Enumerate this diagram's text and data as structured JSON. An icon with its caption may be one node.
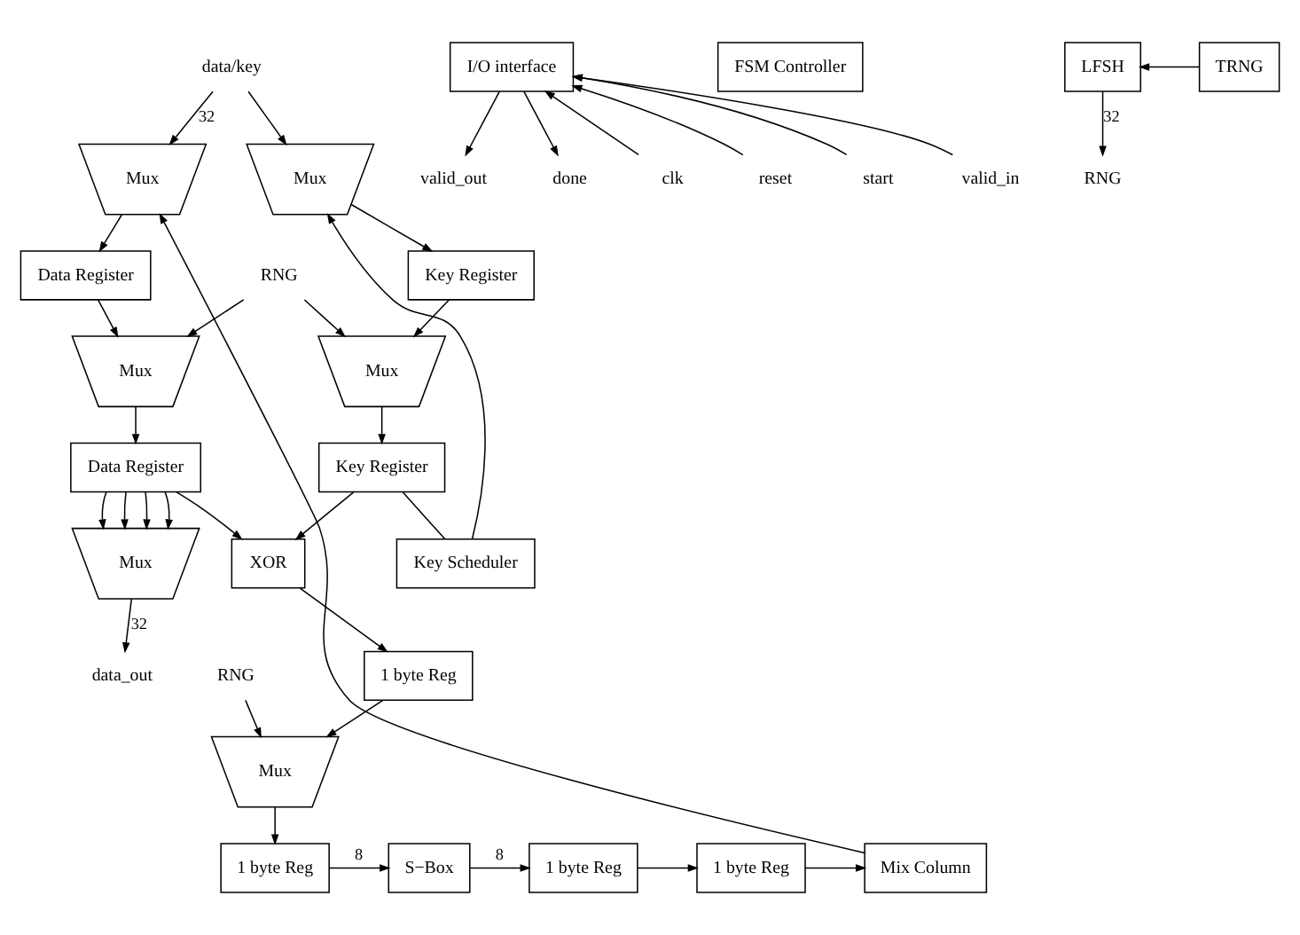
{
  "diagram": {
    "nodes": [
      {
        "text": [
          "data/key"
        ]
      },
      {
        "text": [
          "I/O interface"
        ]
      },
      {
        "text": [
          "clk"
        ]
      },
      {
        "text": [
          "reset"
        ]
      },
      {
        "text": [
          "start"
        ]
      },
      {
        "text": [
          "valid_in"
        ]
      },
      {
        "text": [
          "valid_out"
        ]
      },
      {
        "text": [
          "done"
        ]
      },
      {
        "text": [
          "Mux"
        ]
      },
      {
        "text": [
          "Mux"
        ]
      },
      {
        "text": [
          "Data Register"
        ]
      },
      {
        "text": [
          "Key Register"
        ]
      },
      {
        "text": [
          "RNG"
        ]
      },
      {
        "text": [
          "Mux"
        ]
      },
      {
        "text": [
          "Mux"
        ]
      },
      {
        "text": [
          "Data Register"
        ]
      },
      {
        "text": [
          "Key Register"
        ]
      },
      {
        "text": [
          "Key Scheduler"
        ]
      },
      {
        "text": [
          "Mux"
        ]
      },
      {
        "text": [
          "XOR"
        ]
      },
      {
        "text": [
          "FSM Controller"
        ]
      },
      {
        "text": [
          "data_out"
        ]
      },
      {
        "text": [
          "1 byte Reg"
        ]
      },
      {
        "text": [
          "RNG"
        ]
      },
      {
        "text": [
          "LFSH"
        ]
      },
      {
        "text": [
          "RNG"
        ]
      },
      {
        "text": [
          "Mux"
        ]
      },
      {
        "text": [
          "TRNG"
        ]
      },
      {
        "text": [
          "1 byte Reg"
        ]
      },
      {
        "text": [
          "S−Box"
        ]
      },
      {
        "text": [
          "1 byte Reg"
        ]
      },
      {
        "text": [
          "1 byte Reg"
        ]
      },
      {
        "text": [
          "Mix Column"
        ]
      }
    ],
    "edges": [
      {
        "from": 0,
        "to": 8,
        "arrow": "to",
        "label": "32"
      },
      {
        "from": 0,
        "to": 9,
        "arrow": "to"
      },
      {
        "from": 32,
        "to": 8,
        "arrow": "to"
      },
      {
        "from": 17,
        "to": 9,
        "arrow": "to"
      },
      {
        "from": 2,
        "to": 1,
        "arrow": "to"
      },
      {
        "from": 3,
        "to": 1,
        "arrow": "to"
      },
      {
        "from": 4,
        "to": 1,
        "arrow": "to"
      },
      {
        "from": 5,
        "to": 1,
        "arrow": "to"
      },
      {
        "from": 1,
        "to": 6,
        "arrow": "to"
      },
      {
        "from": 1,
        "to": 7,
        "arrow": "to"
      },
      {
        "from": 8,
        "to": 10,
        "arrow": "to"
      },
      {
        "from": 9,
        "to": 11,
        "arrow": "to"
      },
      {
        "from": 10,
        "to": 13,
        "arrow": "to"
      },
      {
        "from": 12,
        "to": 13,
        "arrow": "to"
      },
      {
        "from": 12,
        "to": 14,
        "arrow": "to"
      },
      {
        "from": 11,
        "to": 14,
        "arrow": "to"
      },
      {
        "from": 13,
        "to": 15,
        "arrow": "to"
      },
      {
        "from": 14,
        "to": 16,
        "arrow": "to"
      },
      {
        "from": 15,
        "to": 18,
        "arrow": "to"
      },
      {
        "from": 15,
        "to": 18,
        "arrow": "to"
      },
      {
        "from": 15,
        "to": 18,
        "arrow": "to"
      },
      {
        "from": 15,
        "to": 18,
        "arrow": "to"
      },
      {
        "from": 15,
        "to": 19,
        "arrow": "to"
      },
      {
        "from": 16,
        "to": 19,
        "arrow": "to"
      },
      {
        "from": 16,
        "to": 17,
        "arrow": "none"
      },
      {
        "from": 18,
        "to": 21,
        "arrow": "to",
        "label": "32"
      },
      {
        "from": 19,
        "to": 22,
        "arrow": "to"
      },
      {
        "from": 22,
        "to": 26,
        "arrow": "to"
      },
      {
        "from": 23,
        "to": 26,
        "arrow": "to"
      },
      {
        "from": 24,
        "to": 25,
        "arrow": "to",
        "label": "32"
      },
      {
        "from": 27,
        "to": 24,
        "arrow": "to"
      },
      {
        "from": 26,
        "to": 28,
        "arrow": "to"
      },
      {
        "from": 28,
        "to": 29,
        "arrow": "to",
        "label": "8"
      },
      {
        "from": 29,
        "to": 30,
        "arrow": "to",
        "label": "8"
      },
      {
        "from": 30,
        "to": 31,
        "arrow": "to"
      },
      {
        "from": 31,
        "to": 32,
        "arrow": "to"
      }
    ]
  }
}
